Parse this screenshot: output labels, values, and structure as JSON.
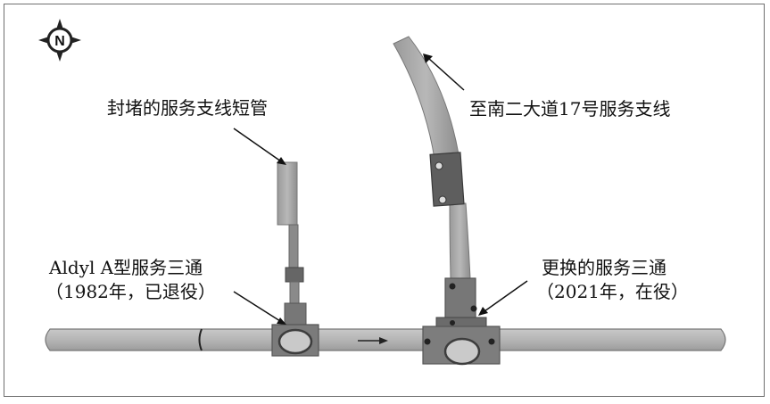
{
  "compass": {
    "letter": "N",
    "icon": "north-compass-icon"
  },
  "labels": {
    "capped_stub": "封堵的服务支线短管",
    "service_line": "至南二大道17号服务支线",
    "old_tee_line1": "Aldyl A型服务三通",
    "old_tee_line2": "（1982年，已退役）",
    "new_tee_line1": "更换的服务三通",
    "new_tee_line2": "（2021年，在役）"
  },
  "colors": {
    "pipe": "#b9b9b9",
    "pipe_dark": "#8d8d8d",
    "fitting": "#7a7a7a",
    "fitting_dark": "#5c5c5c",
    "sleeve": "#5e5e5e"
  }
}
